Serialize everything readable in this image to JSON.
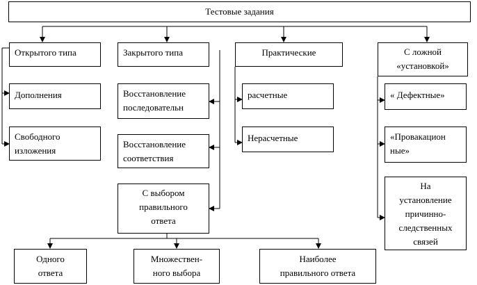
{
  "diagram": {
    "root": "Тестовые задания",
    "categories": {
      "open": "Открытого типа",
      "closed": "Закрытого типа",
      "practical": "Практические",
      "false_setup": "С ложной\n«установкой»"
    },
    "open_items": [
      "Дополнения",
      "Свободного\nизложения"
    ],
    "closed_items": [
      "Восстановление\nпоследовательн",
      "Восстановление\nсоответствия",
      "С выбором\nправильного\nответа"
    ],
    "practical_items": [
      "расчетные",
      "Нерасчетные"
    ],
    "false_setup_items": [
      "« Дефектные»",
      "«Провакацион\nные»",
      "На\nустановление\nпричинно-\nследственных\nсвязей"
    ],
    "choice_items": [
      "Одного\nответа",
      "Множествен-\nного выбора",
      "Наиболее\nправильного ответа"
    ]
  }
}
